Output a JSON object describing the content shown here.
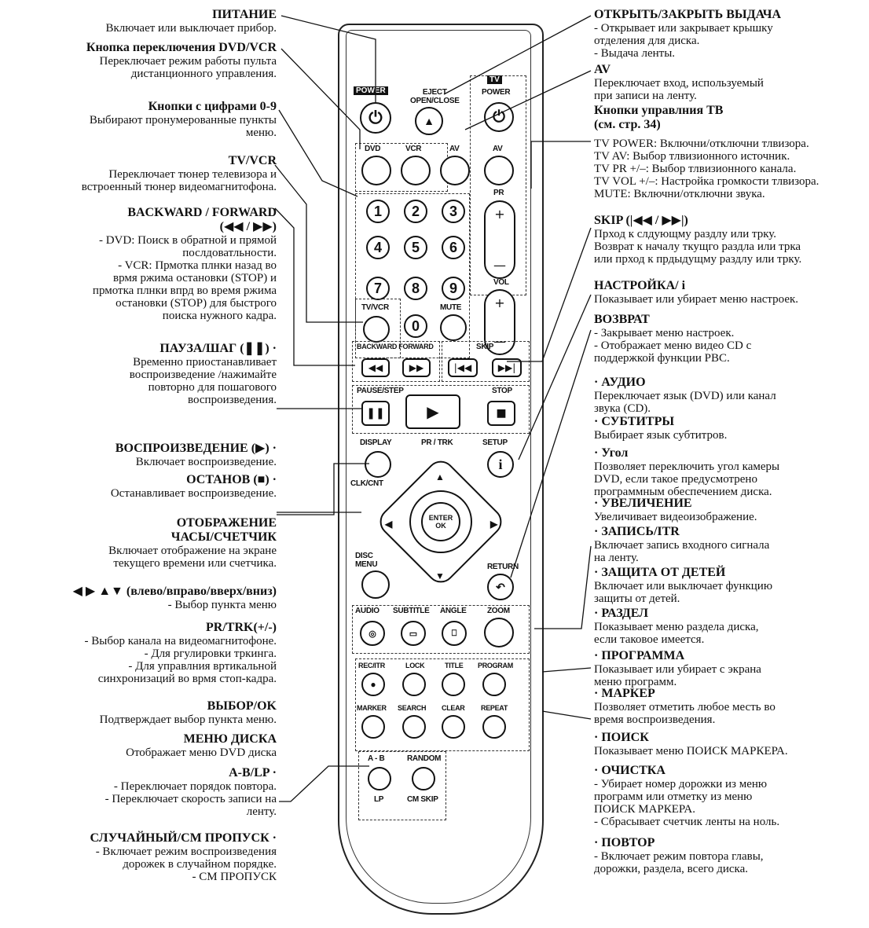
{
  "left": [
    {
      "h": "ПИТАНИЕ",
      "t": [
        "Включает или выключает прибор."
      ]
    },
    {
      "h": "Кнопка переключения DVD/VCR",
      "t": [
        "Переключает режим работы пульта",
        "дистанционного управления."
      ]
    },
    {
      "h": "Кнопки с цифрами 0-9",
      "t": [
        "Выбирают пронумерованные пункты",
        "меню."
      ]
    },
    {
      "h": "TV/VCR",
      "t": [
        "Переключает тюнер телевизора и",
        "встроенный тюнер видеомагнитофона."
      ]
    },
    {
      "h": "BACKWARD / FORWARD",
      "h2": "(◀◀ / ▶▶)",
      "t": [
        "- DVD: Поиск в обратной и прямой",
        "послдоватльности.",
        "- VCR: Прмотка плнки назад во",
        "врмя ржима остановки (STOP) и",
        "прмотка плнки впрд во время ржима",
        "остановки (STOP) для быстрого",
        "поиска нужного кадра."
      ]
    },
    {
      "h": "ПАУЗА/ШАГ (❚❚) ·",
      "t": [
        "Временно приостанавливает",
        "воспроизведение /нажимайте",
        "повторно для пошагового",
        "воспроизведения."
      ]
    },
    {
      "h": "ВОСПРОИЗВЕДЕНИЕ (▶) ·",
      "t": [
        "Включает воспроизведение."
      ]
    },
    {
      "h": "ОСТАНОВ (■) ·",
      "t": [
        "Останавливает воспроизведение."
      ]
    },
    {
      "h": "ОТОБРАЖЕНИЕ",
      "h2": "ЧАСЫ/СЧЕТЧИК",
      "t": [
        "Включает отображение на экране",
        "текущего времени или счетчика."
      ]
    },
    {
      "h": "◀ ▶ ▲▼ (влево/вправо/вверх/вниз)",
      "t": [
        "- Выбор пункта меню"
      ]
    },
    {
      "h": "PR/TRK(+/-)",
      "t": [
        "- Выбор канала на видеомагнитофоне.",
        "- Для ргулировки тркинга.",
        "- Для управлния вртикальной",
        "синхронизаций во врмя стоп-кадра."
      ]
    },
    {
      "h": "ВЫБОР/OK",
      "t": [
        "Подтверждает выбор пункта меню."
      ]
    },
    {
      "h": "МЕНЮ ДИСКА",
      "t": [
        "Отображает меню DVD диска"
      ]
    },
    {
      "h": "A-B/LP ·",
      "t": [
        "- Переключает порядок повтора.",
        "- Переключает скорость записи на",
        "ленту."
      ]
    },
    {
      "h": "СЛУЧАЙНЫЙ/CM ПРОПУСК ·",
      "t": [
        "- Включает режим воспроизведения",
        "дорожек в случайном порядке.",
        "- CM ПРОПУСК"
      ]
    }
  ],
  "right": [
    {
      "h": "ОТКРЫТЬ/ЗАКРЫТЬ ВЫДАЧА",
      "t": [
        "- Открывает или закрывает крышку",
        "отделения для диска.",
        "- Выдача ленты."
      ]
    },
    {
      "h": "AV",
      "t": [
        "Переключает вход, используемый",
        "при записи на ленту."
      ]
    },
    {
      "h": "Кнопки управлния ТВ",
      "h2": "(см. стр. 34)",
      "t": []
    },
    {
      "h": "",
      "t": [
        "TV POWER: Включни/отключни тлвизора.",
        "TV AV: Выбор тлвизионного источник.",
        "TV PR +/–: Выбор тлвизионного канала.",
        "TV VOL +/–: Настройка громкости тлвизора.",
        "MUTE: Включни/отключни звука."
      ]
    },
    {
      "h": "SKIP (|◀◀ / ▶▶|)",
      "t": [
        "Прход к слдующму раздлу или трку.",
        "Возврат к началу ткущго раздла или трка",
        "или прход к прдыдущму раздлу или трку."
      ]
    },
    {
      "h": "НАСТРОЙКА/ i",
      "t": [
        "Показывает или убирает меню настроек."
      ]
    },
    {
      "h": "ВОЗВРАТ",
      "t": [
        "- Закрывает меню настроек.",
        "- Отображает меню видео CD с",
        "поддержкой функции PBC."
      ]
    },
    {
      "h": "· АУДИО",
      "t": [
        "Переключает язык (DVD) или канал",
        "звука (CD)."
      ]
    },
    {
      "h": "· СУБТИТРЫ",
      "t": [
        "Выбирает язык субтитров."
      ]
    },
    {
      "h": "· Угол",
      "t": [
        "Позволяет переключить угол камеры",
        "DVD, если такое предусмотрено",
        "программным обеспечением диска."
      ]
    },
    {
      "h": "· УВЕЛИЧЕНИЕ",
      "t": [
        "Увеличивает видеоизображение."
      ]
    },
    {
      "h": "· ЗАПИСЬ/ITR",
      "t": [
        "Включает запись входного сигнала",
        "на ленту."
      ]
    },
    {
      "h": "· ЗАЩИТА ОТ ДЕТЕЙ",
      "t": [
        "Включает или выключает функцию",
        "защиты от детей."
      ]
    },
    {
      "h": "· РАЗДЕЛ",
      "t": [
        "Показывает меню раздела диска,",
        "если таковое имеется."
      ]
    },
    {
      "h": "· ПРОГРАММА",
      "t": [
        "Показывает или убирает с экрана",
        "меню программ."
      ]
    },
    {
      "h": "· МАРКЕР",
      "t": [
        "Позволяет отметить любое месть во",
        "время воспроизведения."
      ]
    },
    {
      "h": "· ПОИСК",
      "t": [
        "Показывает меню ПОИСК МАРКЕРА."
      ]
    },
    {
      "h": "· ОЧИСТКА",
      "t": [
        "- Убирает номер дорожки из меню",
        "программ или отметку из меню",
        "ПОИСК МАРКЕРА.",
        "- Сбрасывает счетчик ленты на ноль."
      ]
    },
    {
      "h": "· ПОВТОР",
      "t": [
        "- Включает режим повтора главы,",
        "дорожки, раздела, всего диска."
      ]
    }
  ],
  "remote": {
    "power": "POWER",
    "eject": "EJECT\nOPEN/CLOSE",
    "tv": "TV",
    "tv_power": "POWER",
    "dvd": "DVD",
    "vcr": "VCR",
    "av": "AV",
    "tv_av": "AV",
    "pr": "PR",
    "vol": "VOL",
    "mute": "MUTE",
    "digits": [
      "1",
      "2",
      "3",
      "4",
      "5",
      "6",
      "7",
      "8",
      "9",
      "0"
    ],
    "tvvcr": "TV/VCR",
    "backward_forward": "BACKWARD FORWARD",
    "skip": "SKIP",
    "pause_step": "PAUSE/STEP",
    "stop": "STOP",
    "display": "DISPLAY",
    "prtrk": "PR / TRK",
    "setup": "SETUP",
    "clk_cnt": "CLK/CNT",
    "enter": "ENTER",
    "ok": "OK",
    "disc_menu": "DISC\nMENU",
    "return": "RETURN",
    "audio": "AUDIO",
    "subtitle": "SUBTITLE",
    "angle": "ANGLE",
    "zoom": "ZOOM",
    "rec_itr": "REC/ITR",
    "lock": "LOCK",
    "title": "TITLE",
    "program": "PROGRAM",
    "marker": "MARKER",
    "search": "SEARCH",
    "clear": "CLEAR",
    "repeat": "REPEAT",
    "ab": "A - B",
    "random": "RANDOM",
    "lp": "LP",
    "cm_skip": "CM SKIP"
  }
}
